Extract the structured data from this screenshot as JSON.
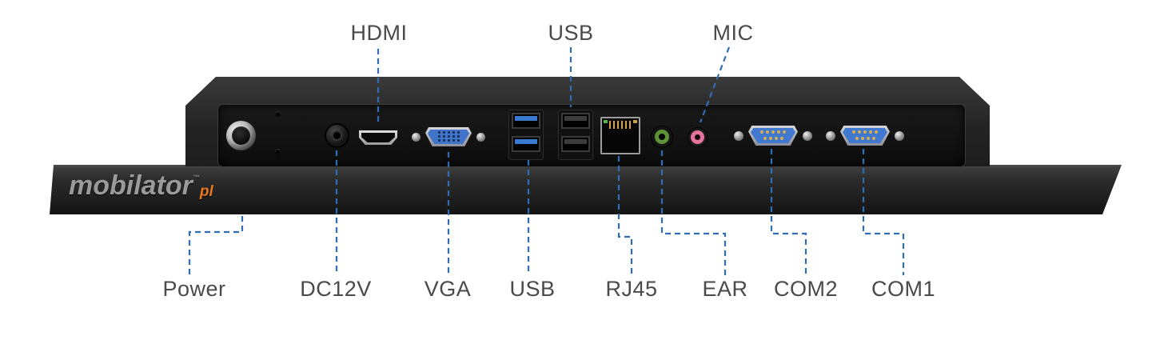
{
  "diagram": {
    "device": "industrial-panel-pc-rear-io",
    "logo": {
      "text": "mobilator",
      "trademark": "™",
      "tld": "pl"
    },
    "top_labels": [
      {
        "id": "hdmi",
        "text": "HDMI"
      },
      {
        "id": "usb-top",
        "text": "USB"
      },
      {
        "id": "mic",
        "text": "MIC"
      }
    ],
    "bottom_labels": [
      {
        "id": "power",
        "text": "Power"
      },
      {
        "id": "dc12v",
        "text": "DC12V"
      },
      {
        "id": "vga",
        "text": "VGA"
      },
      {
        "id": "usb-bottom",
        "text": "USB"
      },
      {
        "id": "rj45",
        "text": "RJ45"
      },
      {
        "id": "ear",
        "text": "EAR"
      },
      {
        "id": "com2",
        "text": "COM2"
      },
      {
        "id": "com1",
        "text": "COM1"
      }
    ],
    "ports": [
      {
        "id": "power-button",
        "name": "Power button"
      },
      {
        "id": "dc12v-jack",
        "name": "DC12V power jack"
      },
      {
        "id": "hdmi-port",
        "name": "HDMI port"
      },
      {
        "id": "vga-port",
        "name": "VGA port"
      },
      {
        "id": "usb3-dual",
        "name": "Dual USB 3.0 ports"
      },
      {
        "id": "usb2-dual",
        "name": "Dual USB 2.0 ports"
      },
      {
        "id": "rj45-port",
        "name": "RJ45 LAN port"
      },
      {
        "id": "ear-jack",
        "name": "EAR audio jack"
      },
      {
        "id": "mic-jack",
        "name": "MIC audio jack"
      },
      {
        "id": "com2-port",
        "name": "COM2 serial port"
      },
      {
        "id": "com1-port",
        "name": "COM1 serial port"
      }
    ],
    "colors": {
      "leader_line": "#2f6eb5",
      "label_text": "#4a4a4a",
      "logo_gray": "#9a9a9a",
      "logo_orange": "#e87a1e",
      "usb3_blue": "#3a79d0",
      "vga_blue": "#3f74c9",
      "mic_pink": "#e5739f",
      "ear_green": "#5f9338"
    }
  }
}
